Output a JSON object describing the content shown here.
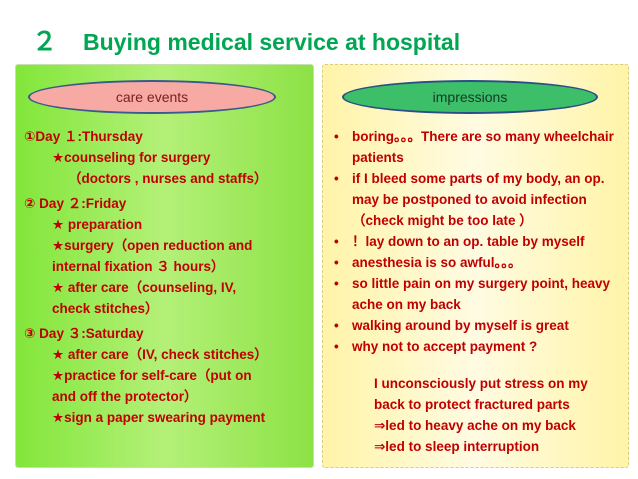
{
  "title": {
    "number": "２",
    "text": "Buying medical service at hospital"
  },
  "left_panel": {
    "header": "care events",
    "days": [
      {
        "heading": "①Day １:Thursday",
        "lines": [
          {
            "kind": "item",
            "text": "★counseling for surgery"
          },
          {
            "kind": "sub",
            "text": "（doctors , nurses and staffs）"
          }
        ]
      },
      {
        "heading": "② Day ２:Friday",
        "lines": [
          {
            "kind": "item",
            "text": "★ preparation"
          },
          {
            "kind": "item",
            "text": "★surgery（open reduction and"
          },
          {
            "kind": "cont",
            "text": "internal fixation ３ hours）"
          },
          {
            "kind": "item",
            "text": "★ after care（counseling, IV,"
          },
          {
            "kind": "cont",
            "text": "check stitches）"
          }
        ]
      },
      {
        "heading": "③ Day ３:Saturday",
        "lines": [
          {
            "kind": "item",
            "text": "★ after care（IV, check stitches）"
          },
          {
            "kind": "item",
            "text": "★practice for self-care（put on"
          },
          {
            "kind": "cont",
            "text": "and off the protector）"
          },
          {
            "kind": "item",
            "text": "★sign a paper swearing payment"
          }
        ]
      }
    ]
  },
  "right_panel": {
    "header": "impressions",
    "bullet": "•",
    "items": [
      "boring。。。There are so many wheelchair patients",
      "if I bleed some parts of my body, an op. may be postponed to avoid infection（check might be too late ）",
      "！lay down to an op. table by myself",
      "anesthesia is so awful。。。",
      "so little pain on my surgery  point, heavy ache on my back",
      "walking around by myself is great",
      "why not to accept payment ?"
    ],
    "note_lines": [
      "I unconsciously put stress on my",
      "back to protect  fractured parts",
      "⇒led to heavy ache on my back",
      "⇒led to sleep interruption"
    ]
  }
}
